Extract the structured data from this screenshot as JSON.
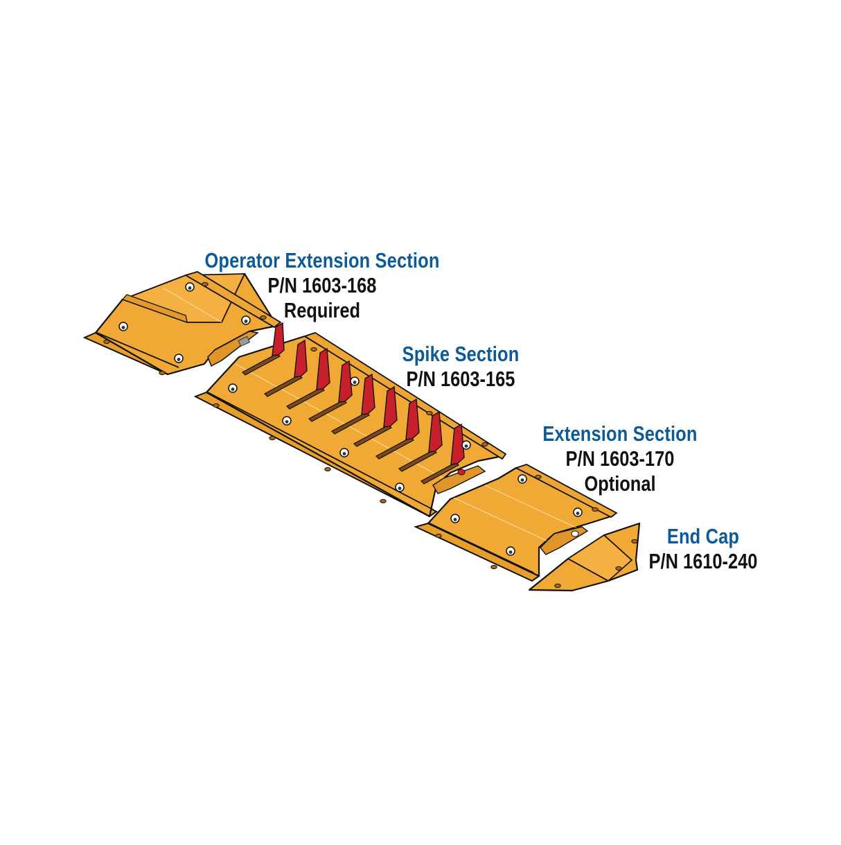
{
  "diagram": {
    "type": "exploded parts diagram",
    "colors": {
      "part_fill": "#f1a935",
      "part_fill_light": "#f5b64a",
      "part_shadow": "#d88f1f",
      "spike_red": "#c8202a",
      "spike_dark": "#8e1a1a",
      "slot_brown": "#7a4a1e",
      "outline": "#111111",
      "title_blue": "#0d5a96",
      "text_black": "#111111"
    },
    "parts": [
      {
        "id": "operator-extension-section",
        "title": "Operator Extension Section",
        "part_number": "P/N 1603-168",
        "note": "Required"
      },
      {
        "id": "spike-section",
        "title": "Spike Section",
        "part_number": "P/N 1603-165",
        "spike_count": 9
      },
      {
        "id": "extension-section",
        "title": "Extension Section",
        "part_number": "P/N 1603-170",
        "note": "Optional"
      },
      {
        "id": "end-cap",
        "title": "End Cap",
        "part_number": "P/N 1610-240"
      }
    ]
  }
}
